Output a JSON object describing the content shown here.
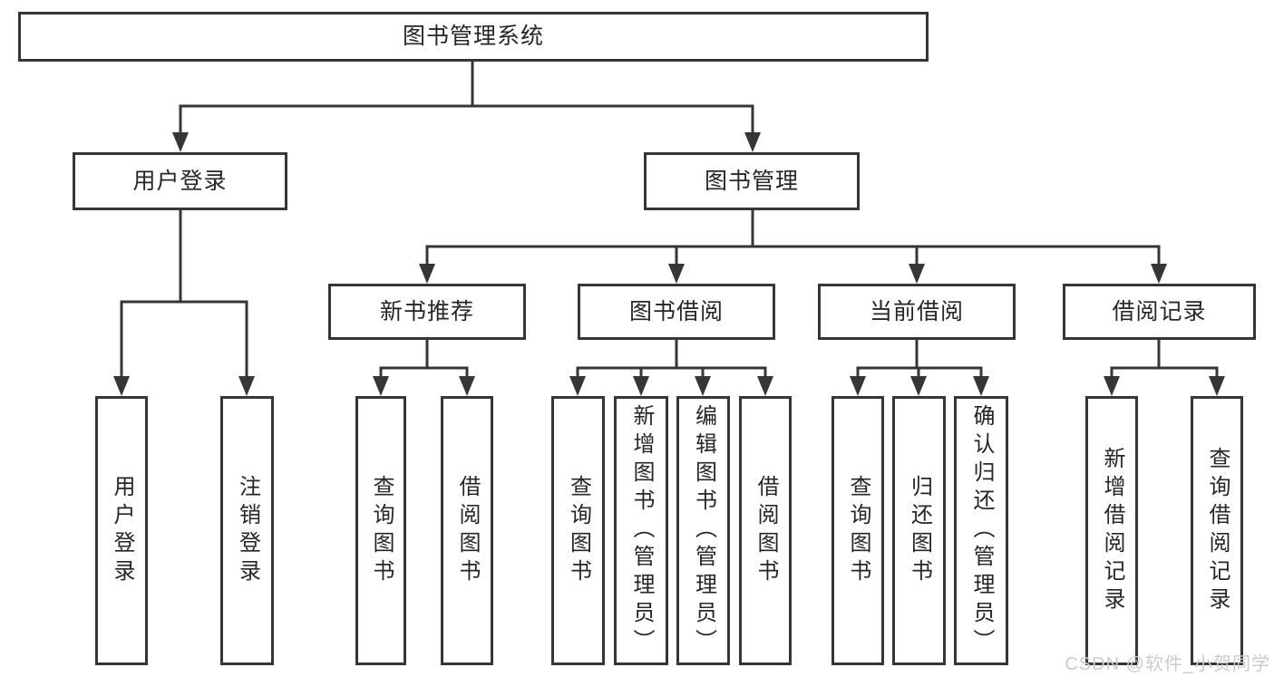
{
  "diagram": {
    "root_label": "图书管理系统",
    "branches": [
      {
        "label": "用户登录",
        "children": [
          "用户登录",
          "注销登录"
        ]
      },
      {
        "label": "图书管理",
        "groups": [
          {
            "label": "新书推荐",
            "children": [
              "查询图书",
              "借阅图书"
            ]
          },
          {
            "label": "图书借阅",
            "children": [
              "查询图书",
              "新增图书（管理员）",
              "编辑图书（管理员）",
              "借阅图书"
            ]
          },
          {
            "label": "当前借阅",
            "children": [
              "查询图书",
              "归还图书",
              "确认归还（管理员）"
            ]
          },
          {
            "label": "借阅记录",
            "children": [
              "新增借阅记录",
              "查询借阅记录"
            ]
          }
        ]
      }
    ]
  },
  "watermark": "CSDN @软件_小贺同学",
  "colors": {
    "line": "#363636",
    "text": "#262626",
    "watermark": "#cbcbcb",
    "background": "#ffffff"
  }
}
